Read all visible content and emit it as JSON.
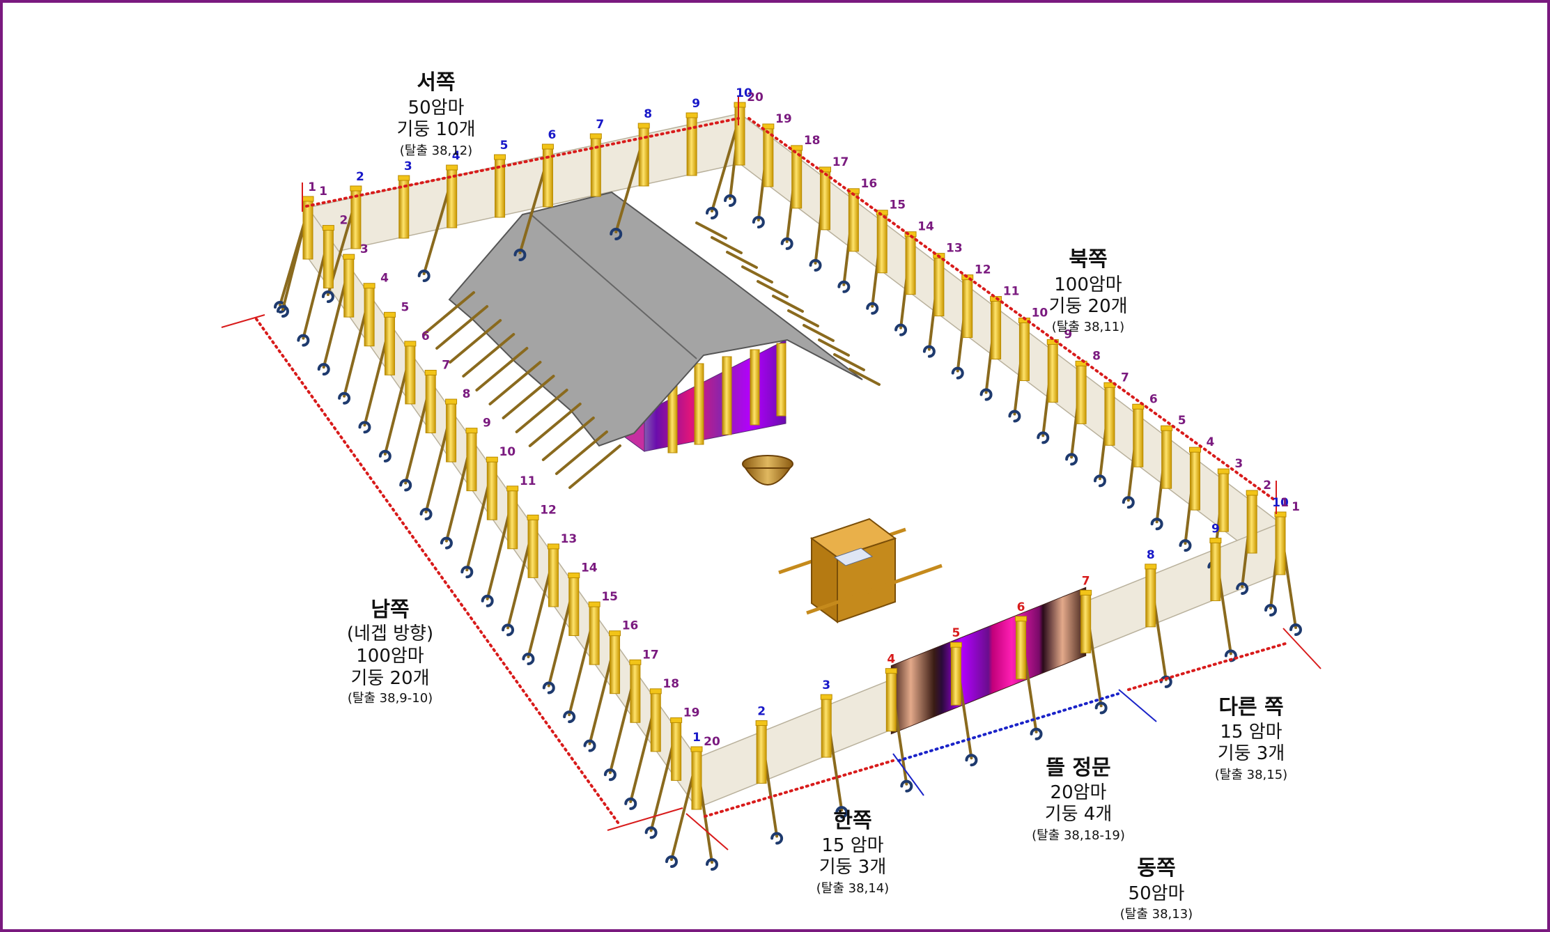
{
  "colors": {
    "frame": "#7a1a7f",
    "hanging": "#eee9dc",
    "hanging_edge": "#b9b19c",
    "pillar": "#f2c418",
    "pillar_shade": "#b88a00",
    "rope": "#8a6a1e",
    "peg": "#1e3a6e",
    "dimension_line": "#d81b1b",
    "gate_dimension_line": "#1a23c8",
    "west_numbers": "#1818c8",
    "north_numbers": "#7a1a7f",
    "south_numbers": "#7a1a7f",
    "east_side_numbers": "#1818c8",
    "gate_numbers": "#d81b1b",
    "tent_roof": "#a4a4a4",
    "tent_curtain_colors": [
      "#6a0dad",
      "#c2185b",
      "#8e24aa",
      "#ffffff"
    ],
    "gate_curtain_colors": [
      "#3a1c14",
      "#e3a98a",
      "#7a1a7f",
      "#b300ff",
      "#ff1fb4",
      "#1a0a2a"
    ],
    "altar": "#c58a1c",
    "laver": "#c9a24a"
  },
  "labels": {
    "west": {
      "title": "서쪽",
      "size": "50암마",
      "pillars": "기둥 10개",
      "ref": "(탈출 38,12)"
    },
    "north": {
      "title": "북쪽",
      "size": "100암마",
      "pillars": "기둥 20개",
      "ref": "(탈출 38,11)"
    },
    "south": {
      "title": "남쪽",
      "direction": "(네겝 방향)",
      "size": "100암마",
      "pillars": "기둥 20개",
      "ref": "(탈출 38,9-10)"
    },
    "east": {
      "title": "동쪽",
      "size": "50암마",
      "ref": "(탈출 38,13)"
    },
    "gate": {
      "title": "뜰 정문",
      "size": "20암마",
      "pillars": "기둥 4개",
      "ref": "(탈출 38,18-19)"
    },
    "one_side": {
      "title": "한쪽",
      "size": "15 암마",
      "pillars": "기둥 3개",
      "ref": "(탈출 38,14)"
    },
    "other_side": {
      "title": "다른 쪽",
      "size": "15 암마",
      "pillars": "기둥 3개",
      "ref": "(탈출 38,15)"
    }
  },
  "pillar_numbers": {
    "west": [
      "1",
      "2",
      "3",
      "4",
      "5",
      "6",
      "7",
      "8",
      "9",
      "10"
    ],
    "north": [
      "20",
      "19",
      "18",
      "17",
      "16",
      "15",
      "14",
      "13",
      "12",
      "11",
      "10",
      "9",
      "8",
      "7",
      "6",
      "5",
      "4",
      "3",
      "2",
      "1"
    ],
    "south": [
      "1",
      "2",
      "3",
      "4",
      "5",
      "6",
      "7",
      "8",
      "9",
      "10",
      "11",
      "12",
      "13",
      "14",
      "15",
      "16",
      "17",
      "18",
      "19",
      "20"
    ],
    "east_side_a": [
      "1",
      "2",
      "3"
    ],
    "gate": [
      "4",
      "5",
      "6",
      "7"
    ],
    "east_side_b": [
      "8",
      "9",
      "10"
    ]
  }
}
